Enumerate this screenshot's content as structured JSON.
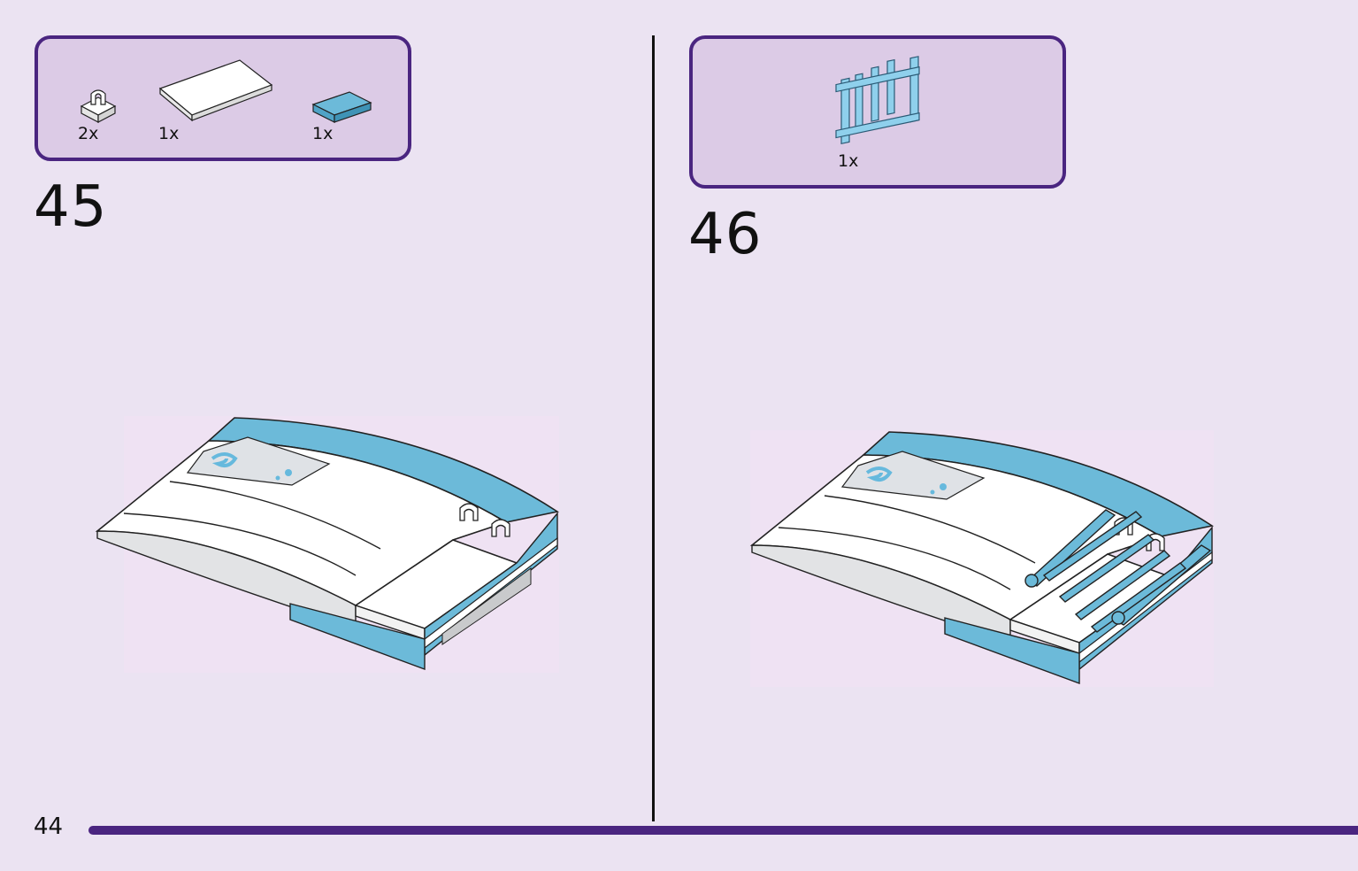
{
  "page": {
    "number": "44",
    "accent_color": "#4a2580",
    "background_color": "#ebe3f2"
  },
  "steps": [
    {
      "number": "45",
      "parts": [
        {
          "qty": "2x",
          "piece": "white-clip-plate",
          "color": "#ffffff"
        },
        {
          "qty": "1x",
          "piece": "white-long-tile",
          "color": "#ffffff"
        },
        {
          "qty": "1x",
          "piece": "blue-tile",
          "color": "#6cbad9"
        }
      ]
    },
    {
      "number": "46",
      "parts": [
        {
          "qty": "1x",
          "piece": "blue-ladder",
          "color": "#8fd0ec"
        }
      ]
    }
  ]
}
